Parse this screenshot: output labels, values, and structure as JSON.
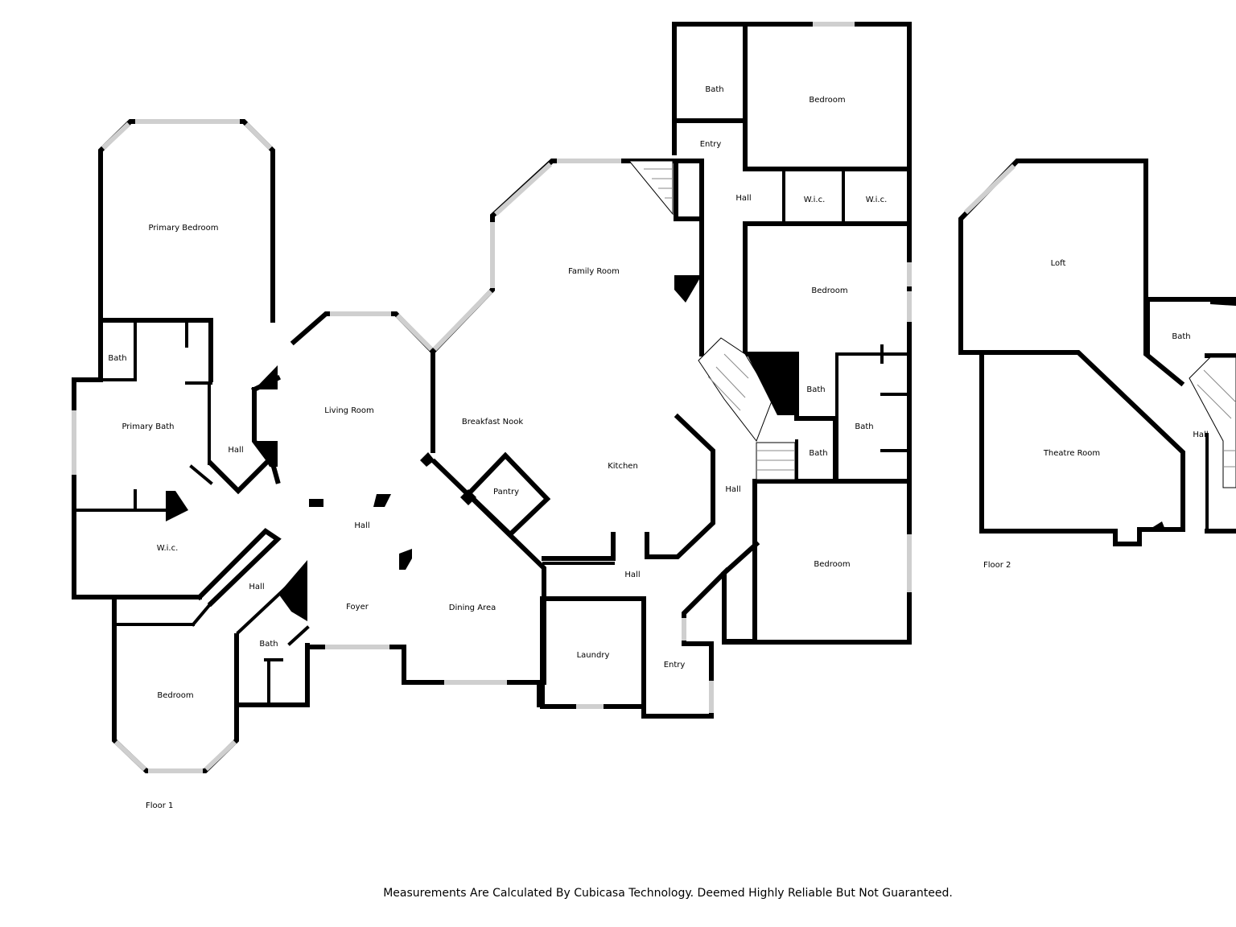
{
  "floor1": {
    "label": "Floor 1",
    "rooms": {
      "primary_bedroom": "Primary Bedroom",
      "bath_primary_small": "Bath",
      "primary_bath": "Primary Bath",
      "hall_west": "Hall",
      "wic_primary": "W.i.c.",
      "hall_southwest": "Hall",
      "bath_southwest": "Bath",
      "bedroom_southwest": "Bedroom",
      "living_room": "Living Room",
      "hall_center": "Hall",
      "foyer": "Foyer",
      "dining_area": "Dining Area",
      "breakfast_nook": "Breakfast Nook",
      "pantry": "Pantry",
      "family_room": "Family Room",
      "kitchen": "Kitchen",
      "hall_south": "Hall",
      "laundry": "Laundry",
      "entry_south": "Entry",
      "bath_north": "Bath",
      "bedroom_north": "Bedroom",
      "entry_north": "Entry",
      "hall_north": "Hall",
      "wic_north_1": "W.i.c.",
      "wic_north_2": "W.i.c.",
      "bedroom_east": "Bedroom",
      "bath_east_1": "Bath",
      "bath_east_2": "Bath",
      "bath_east_3": "Bath",
      "hall_east": "Hall",
      "bedroom_southeast": "Bedroom"
    }
  },
  "floor2": {
    "label": "Floor 2",
    "rooms": {
      "loft": "Loft",
      "bath": "Bath",
      "theatre_room": "Theatre Room",
      "hall": "Hall"
    }
  },
  "disclaimer": "Measurements Are Calculated By Cubicasa Technology. Deemed Highly Reliable But Not Guaranteed."
}
